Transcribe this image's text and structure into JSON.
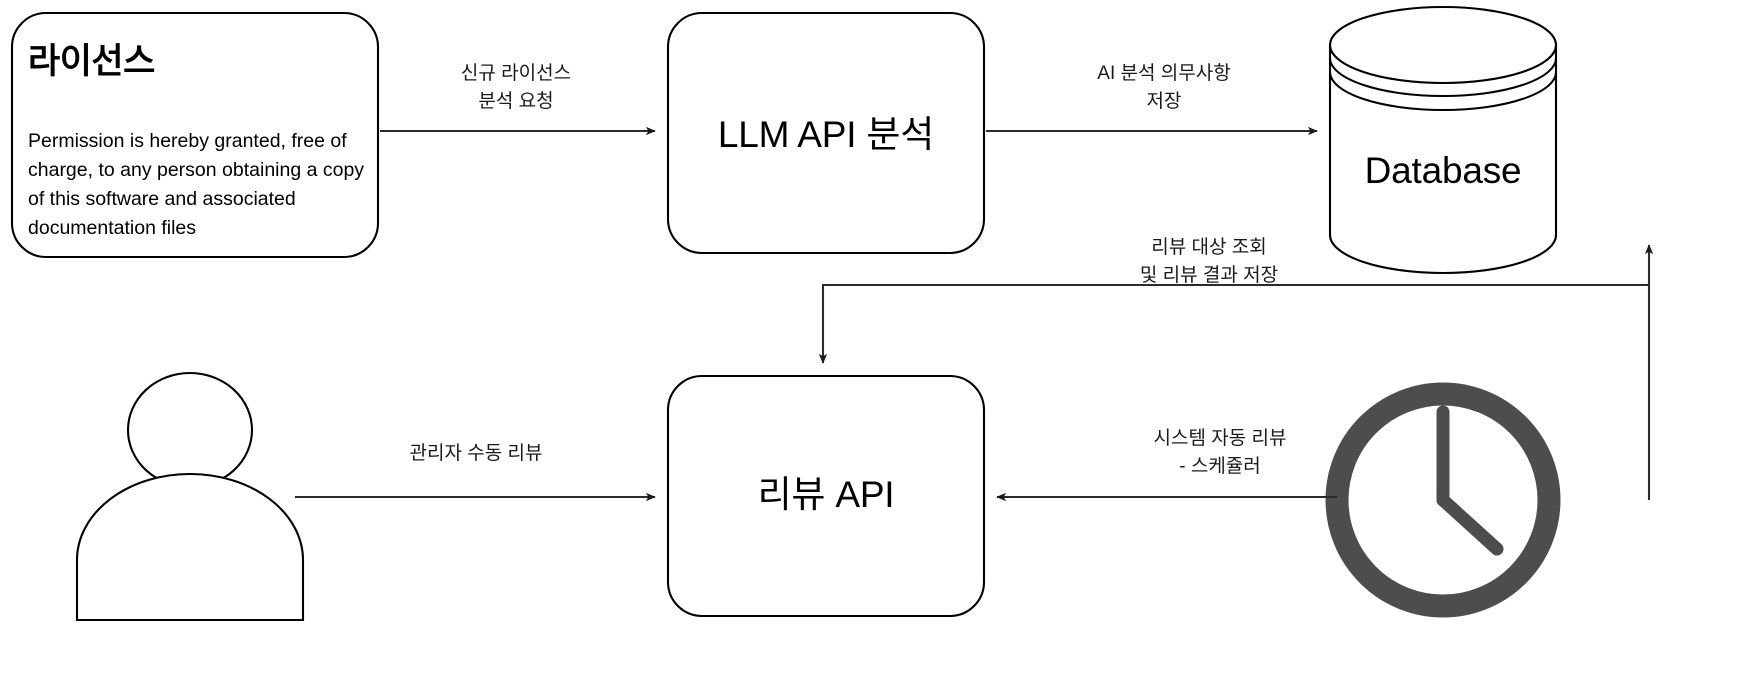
{
  "diagram": {
    "type": "flow-diagram",
    "background_color": "#ffffff",
    "stroke_color": "#000000",
    "accent_gray": "#4d4d4d"
  },
  "nodes": {
    "license": {
      "shape": "rounded-rectangle",
      "title": "라이선스",
      "body": "Permission is hereby granted, free of charge, to any person obtaining a copy of this software and associated documentation files"
    },
    "llm_api": {
      "shape": "rounded-rectangle",
      "label": "LLM API 분석"
    },
    "database": {
      "shape": "cylinder",
      "label": "Database"
    },
    "review_api": {
      "shape": "rounded-rectangle",
      "label": "리뷰 API"
    },
    "admin_actor": {
      "shape": "actor",
      "label": ""
    },
    "scheduler_clock": {
      "shape": "clock",
      "label": ""
    }
  },
  "edges": [
    {
      "id": "license-to-llm",
      "from": "license",
      "to": "llm_api",
      "label": "신규 라이선스\n분석 요청"
    },
    {
      "id": "llm-to-database",
      "from": "llm_api",
      "to": "database",
      "label": "AI 분석 의무사항\n저장"
    },
    {
      "id": "database-to-review",
      "from": "database",
      "to": "review_api",
      "label": "리뷰 대상 조회\n및 리뷰 결과 저장"
    },
    {
      "id": "admin-to-review",
      "from": "admin_actor",
      "to": "review_api",
      "label": "관리자 수동 리뷰"
    },
    {
      "id": "clock-to-review",
      "from": "scheduler_clock",
      "to": "review_api",
      "label": "시스템 자동 리뷰\n- 스케쥴러"
    }
  ]
}
